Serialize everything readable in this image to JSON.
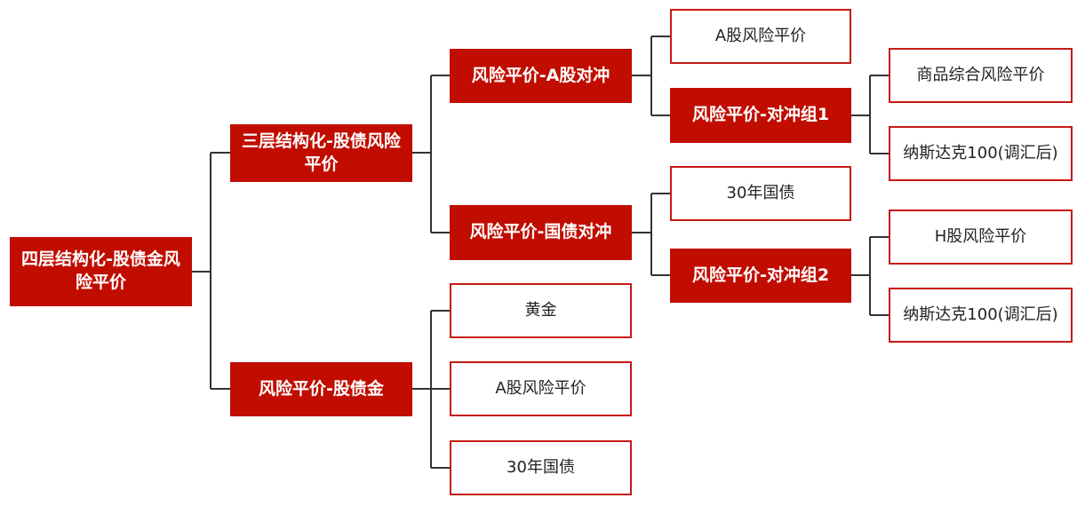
{
  "colors": {
    "filled": "#c00d00",
    "outline": "#c61b14",
    "line": "#333333"
  },
  "nodes": {
    "root": "四层结构化-股债金风险平价",
    "tier3": "三层结构化-股债风险平价",
    "stock_bond_gold": "风险平价-股债金",
    "a_hedge": "风险平价-A股对冲",
    "bond_hedge": "风险平价-国债对冲",
    "gold": "黄金",
    "a_rp_bottom": "A股风险平价",
    "bond30_bottom": "30年国债",
    "a_rp_top": "A股风险平价",
    "hedge_group1": "风险平价-对冲组1",
    "bond30_mid": "30年国债",
    "hedge_group2": "风险平价-对冲组2",
    "commodity_rp": "商品综合风险平价",
    "nasdaq1": "纳斯达克100(调汇后)",
    "h_rp": "H股风险平价",
    "nasdaq2": "纳斯达克100(调汇后)"
  }
}
